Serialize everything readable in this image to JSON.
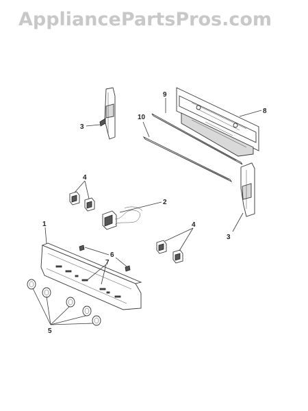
{
  "watermark": "AppliancePartsPros.com",
  "callouts": {
    "c1": "1",
    "c2": "2",
    "c3a": "3",
    "c3b": "3",
    "c4a": "4",
    "c4b": "4",
    "c5": "5",
    "c6": "6",
    "c7": "7",
    "c8": "8",
    "c9": "9",
    "c10": "10"
  },
  "colors": {
    "watermark": "#c8c8c8",
    "lines": "#333333"
  }
}
